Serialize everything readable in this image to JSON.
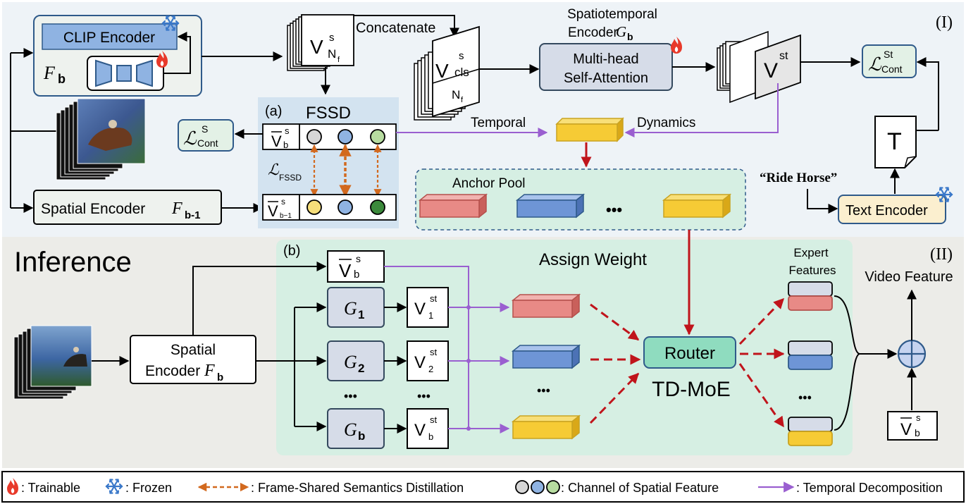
{
  "colors": {
    "top_panel_bg": "#eef3f7",
    "bottom_panel_bg": "#ecece8",
    "green_region": "#d6efe3",
    "fssd_box": "#d3e3f0",
    "clip_blue": "#8fb3e2",
    "module_gray": "#d6dce8",
    "loss_green": "#e3f1e6",
    "text_encoder_bg": "#fbefcf",
    "router_green": "#8fdcbf",
    "red_feature": "#e88a86",
    "blue_feature": "#6e95d6",
    "yellow_feature": "#f6cb35",
    "purple_line": "#9a5fd0",
    "orange_dash": "#d2691e",
    "dark_red_dash": "#c0141b",
    "flame": "#e8392a",
    "snowflake": "#3a78c9"
  },
  "top": {
    "section_id": "(I)",
    "clip_encoder": "CLIP Encoder",
    "fb_label": "F",
    "fb_sub": "b",
    "vs_frames": "V",
    "vs_sup": "s",
    "vs_sub": "N",
    "vs_subsub": "f",
    "concatenate": "Concatenate",
    "vcls_sup": "s",
    "vcls_sub": "cls",
    "nf_label": "N",
    "nf_sub": "f",
    "st_encoder_title": "Spatiotemporal",
    "st_encoder_title2": "Encoder",
    "st_encoder_g": "G",
    "st_encoder_g_sub": "b",
    "msa_line1": "Multi-head",
    "msa_line2": "Self-Attention",
    "vst_label": "V",
    "vst_sup": "st",
    "loss_st_sup": "St",
    "loss_st_sub": "Cont",
    "fssd_tag": "(a)",
    "fssd_title": "FSSD",
    "loss_s_sup": "S",
    "loss_s_sub": "Cont",
    "loss_fssd_sub": "FSSD",
    "vb_bar_sup": "s",
    "vb_bar_sub": "b",
    "vb1_sub": "b−1",
    "temporal": "Temporal",
    "dynamics": "Dynamics",
    "anchor_pool": "Anchor Pool",
    "ellipsis": "•••",
    "spatial_encoder_prev": "Spatial Encoder",
    "spatial_prev_sub": "b-1",
    "text_T": "T",
    "ride_horse": "“Ride Horse”",
    "text_encoder": "Text Encoder"
  },
  "bottom": {
    "section_id": "(II)",
    "inference": "Inference",
    "region_tag": "(b)",
    "assign_weight": "Assign Weight",
    "spatial_encoder_line1": "Spatial",
    "spatial_encoder_line2": "Encoder",
    "g1_sub": "1",
    "g2_sub": "2",
    "gb_sub": "b",
    "dots": "•••",
    "dots_small": "•••",
    "router": "Router",
    "td_moe": "TD-MoE",
    "expert_features_line1": "Expert",
    "expert_features_line2": "Features",
    "video_feature": "Video Feature"
  },
  "legend": {
    "trainable": ": Trainable",
    "frozen": ": Frozen",
    "fssd": ": Frame-Shared Semantics Distillation",
    "channel": ": Channel of Spatial Feature",
    "temporal_decomp": ": Temporal Decomposition"
  }
}
